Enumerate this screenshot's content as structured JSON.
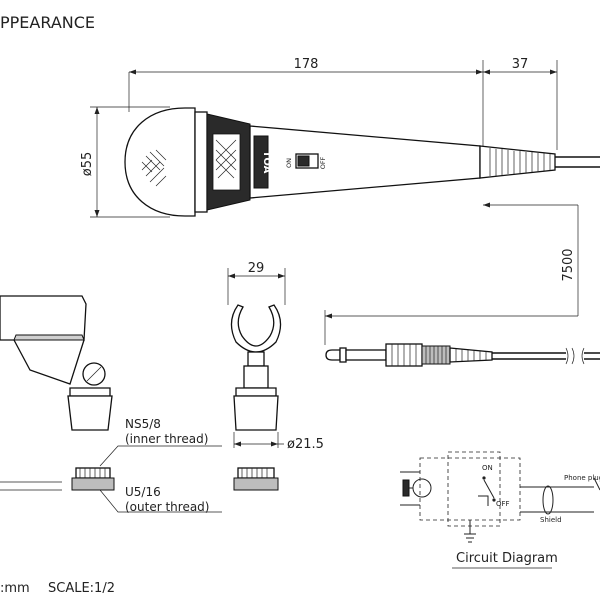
{
  "heading": "PPEARANCE",
  "dimensions": {
    "body_length": "178",
    "tail_length": "37",
    "head_diameter": "ø55",
    "cable_length": "7500",
    "holder_width": "29",
    "base_diameter": "ø21.5"
  },
  "switch": {
    "on_label": "ON",
    "off_label": "OFF"
  },
  "brand": "TOA",
  "adapter": {
    "ns_label": "NS5/8",
    "ns_note": "(inner thread)",
    "u_label": "U5/16",
    "u_note": "(outer thread)"
  },
  "circuit": {
    "title": "Circuit Diagram",
    "on": "ON",
    "off": "OFF",
    "phone_plug": "Phone plug",
    "shield": "Shield"
  },
  "footer": {
    "unit": ":mm",
    "scale": "SCALE:1/2"
  },
  "colors": {
    "line": "#222222",
    "fill": "#ffffff"
  }
}
